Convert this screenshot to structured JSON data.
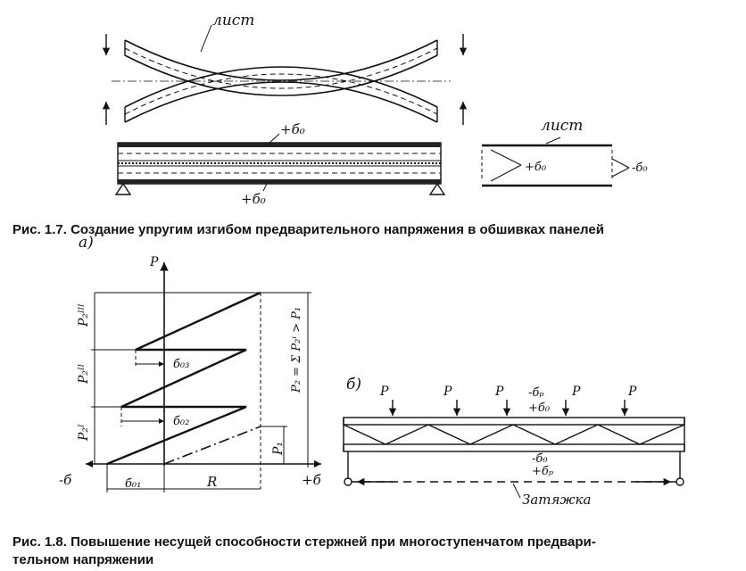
{
  "fig17": {
    "label_list": "лист",
    "label_list2": "лист",
    "sigma_top": "+б₀",
    "sigma_bottom": "+б₀",
    "sigma_right_a": "+б₀",
    "sigma_right_b": "-б₀",
    "caption": "Рис. 1.7. Создание упругим изгибом предварительного напряжения в обшивках панелей"
  },
  "fig18": {
    "panel_a": "а)",
    "panel_b": "б)",
    "axis_p": "P",
    "axis_neg": "-б",
    "axis_pos": "+б",
    "p3": "P₂ᴵᴵᴵ",
    "p2": "P₂ᴵᴵ",
    "p1": "P₂ᴵ",
    "p_single": "P₁",
    "sum_formula": "P₂ = Σ P₂ⁱ > P₁",
    "s03": "б₀₃",
    "s02": "б₀₂",
    "s01": "б₀₁",
    "r": "R",
    "load": "P",
    "sp": "-бₚ",
    "s0": "+б₀",
    "s0_neg": "-б₀",
    "sp_pos": "+бₚ",
    "tie": "Затяжка",
    "caption_line1": "Рис. 1.8. Повышение несущей способности стержней при многоступенчатом предвари-",
    "caption_line2": "тельном напряжении"
  }
}
